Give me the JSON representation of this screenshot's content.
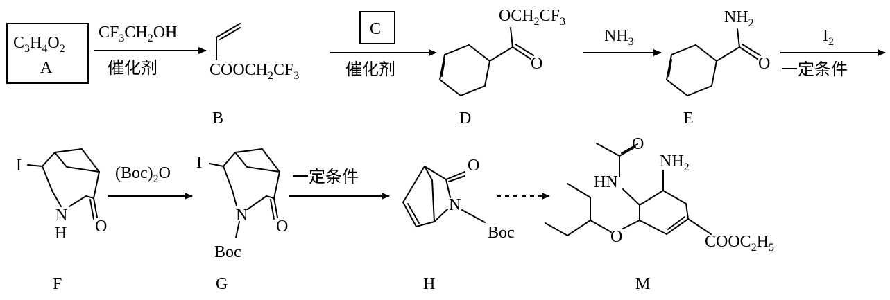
{
  "compounds": {
    "A": {
      "label": "A",
      "formula_main": [
        "C",
        "3",
        "H",
        "4",
        "O",
        "2"
      ]
    },
    "B": {
      "label": "B",
      "ester_text": "COOCH",
      "sub2": "2",
      "cf3": "CF",
      "sub3": "3"
    },
    "D": {
      "label": "D",
      "top_text": "OCH",
      "sub2": "2",
      "cf": "CF",
      "sub3": "3",
      "o": "O"
    },
    "E": {
      "label": "E",
      "nh": "NH",
      "sub2": "2",
      "o": "O"
    },
    "F": {
      "label": "F",
      "i": "I",
      "n": "N",
      "h": "H",
      "o": "O"
    },
    "G": {
      "label": "G",
      "i": "I",
      "n": "N",
      "boc": "Boc",
      "o": "O"
    },
    "H": {
      "label": "H",
      "o": "O",
      "n": "N",
      "boc": "Boc"
    },
    "M": {
      "label": "M",
      "o_top": "O",
      "hn": "HN",
      "nh2": "NH",
      "sub2": "2",
      "o_ring": "O",
      "ester": "COOC",
      "sub2b": "2",
      "h5": "H",
      "sub5": "5"
    }
  },
  "arrows": {
    "a1": {
      "top_main": "CF",
      "top_sub1": "3",
      "top_mid": "CH",
      "top_sub2": "2",
      "top_end": "OH",
      "bottom": "催化剂"
    },
    "a2": {
      "box": "C",
      "bottom": "催化剂"
    },
    "a3": {
      "top_main": "NH",
      "top_sub": "3"
    },
    "a4": {
      "top_main": "I",
      "top_sub": "2",
      "bottom": "一定条件"
    },
    "a5": {
      "top_main": "(Boc)",
      "top_sub": "2",
      "top_end": "O"
    },
    "a6": {
      "top": "一定条件"
    }
  }
}
